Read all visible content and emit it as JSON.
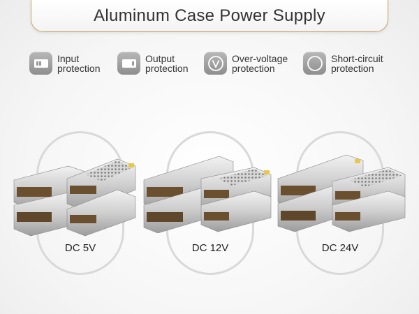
{
  "title": "Aluminum Case Power Supply",
  "features": [
    {
      "icon": "input-protection-icon",
      "line1": "Input",
      "line2": "protection"
    },
    {
      "icon": "output-protection-icon",
      "line1": "Output",
      "line2": "protection"
    },
    {
      "icon": "over-voltage-icon",
      "line1": "Over-voltage",
      "line2": "protection"
    },
    {
      "icon": "short-circuit-icon",
      "line1": "Short-circuit",
      "line2": "protection"
    }
  ],
  "products": [
    {
      "label": "DC 5V"
    },
    {
      "label": "DC 12V"
    },
    {
      "label": "DC 24V"
    }
  ],
  "colors": {
    "accent": "#c9a46a",
    "icon_bg": "#9a9a9a"
  }
}
